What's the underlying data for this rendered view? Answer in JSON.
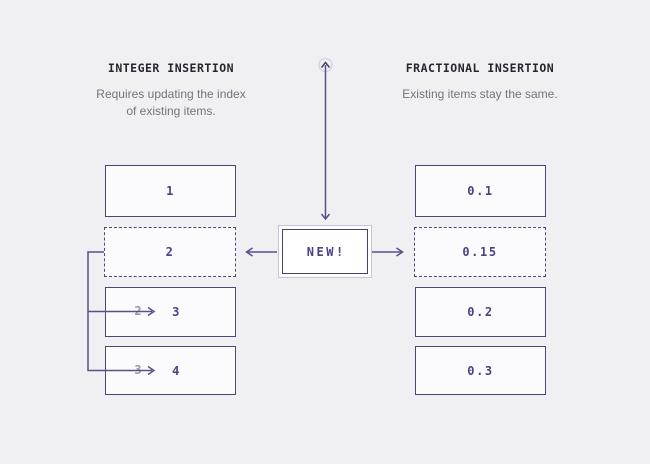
{
  "left_panel": {
    "heading": "INTEGER INSERTION",
    "subtitle": [
      "Requires updating the index",
      "of existing items."
    ],
    "boxes": [
      {
        "label": "1",
        "style": "solid"
      },
      {
        "label": "2",
        "style": "dashed"
      },
      {
        "label": "3",
        "style": "solid",
        "old_label": "2"
      },
      {
        "label": "4",
        "style": "solid",
        "old_label": "3"
      }
    ]
  },
  "right_panel": {
    "heading": "FRACTIONAL INSERTION",
    "subtitle": [
      "Existing items stay the same."
    ],
    "boxes": [
      {
        "label": "0.1",
        "style": "solid"
      },
      {
        "label": "0.15",
        "style": "dashed"
      },
      {
        "label": "0.2",
        "style": "solid"
      },
      {
        "label": "0.3",
        "style": "solid"
      }
    ]
  },
  "center": {
    "new_badge": "NEW!"
  },
  "colors": {
    "background": "#f0f0f3",
    "box_fill": "#fbfbfd",
    "box_border": "#4d4670",
    "accent_text": "#4b4185",
    "heading_text": "#26262f",
    "muted_text": "#73737f",
    "struck_text": "#9b99ac",
    "line": "#57508a",
    "circle_ring": "#d5d4e0",
    "new_outer_border": "#c7c4da"
  }
}
